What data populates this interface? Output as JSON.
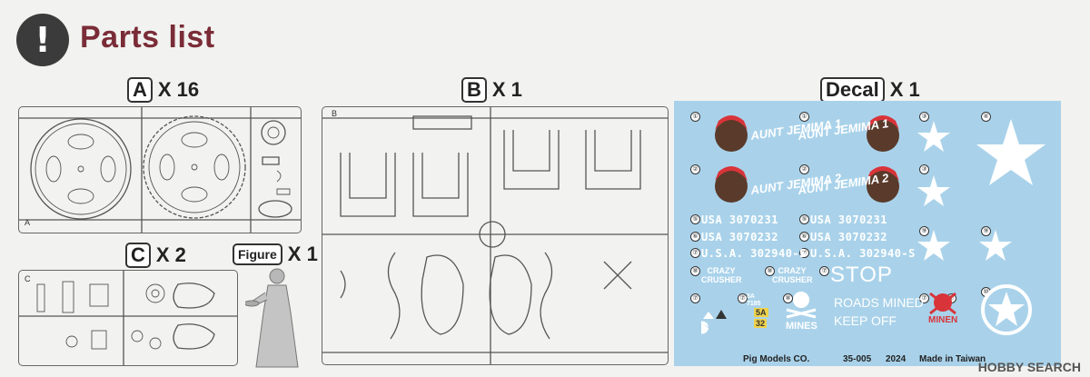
{
  "header": {
    "icon_glyph": "!",
    "title": "Parts list"
  },
  "sprues": {
    "a": {
      "letter": "A",
      "qty": "X 16",
      "corner": "A"
    },
    "b": {
      "letter": "B",
      "qty": "X 1",
      "corner": "B"
    },
    "c": {
      "letter": "C",
      "qty": "X 2",
      "corner": "C"
    },
    "figure": {
      "letter": "Figure",
      "qty": "X 1"
    },
    "decal": {
      "letter": "Decal",
      "qty": "X 1"
    }
  },
  "decal": {
    "nums": [
      "①",
      "①",
      "②",
      "②",
      "③",
      "③",
      "④",
      "⑤",
      "⑤",
      "⑥",
      "⑥",
      "⑦",
      "⑦",
      "⑧",
      "⑧",
      "⑨",
      "⑨",
      "⑦",
      "⑦",
      "⑦",
      "⑧",
      "⑦",
      "⑦",
      "⑩"
    ],
    "aj1": "AUNT JEMIMA 1",
    "aj2": "AUNT JEMIMA 2",
    "serials": [
      "USA 3070231",
      "USA 3070231",
      "USA 3070232",
      "USA 3070232",
      "U.S.A. 302940-S",
      "U.S.A. 302940-S"
    ],
    "crazy": "CRAZY CRUSHER",
    "stop": "STOP",
    "roads": "ROADS MINED",
    "keep": "KEEP OFF",
    "mines": "MINES",
    "minen": "MINEN",
    "tags": [
      "5A",
      "32",
      "3A",
      "7185"
    ],
    "footer": {
      "maker": "Pig Models CO.",
      "code": "35-005",
      "year": "2024",
      "origin": "Made in Taiwan"
    },
    "colors": {
      "sheet": "#a9d2ea",
      "white": "#ffffff",
      "red": "#d8343a"
    }
  },
  "watermark": "HOBBY SEARCH"
}
